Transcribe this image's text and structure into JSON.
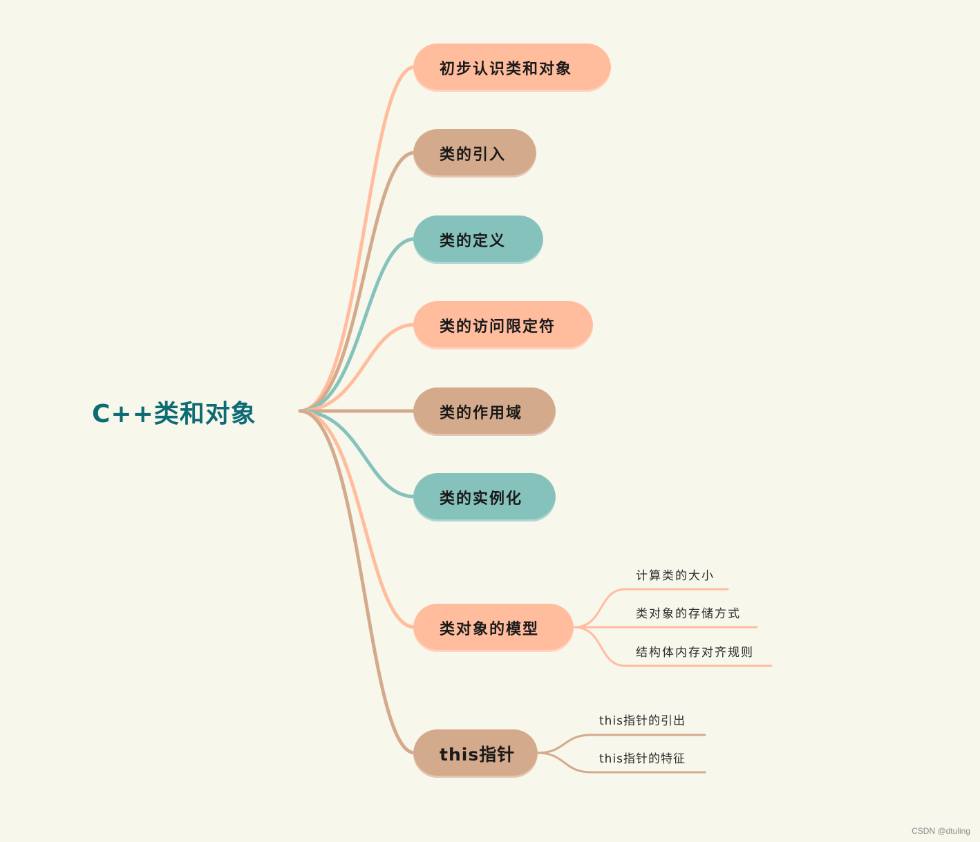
{
  "root": {
    "label": "C++类和对象",
    "color": "#0d6b74"
  },
  "branches": [
    {
      "label": "初步认识类和对象",
      "color": "#ffbd9e",
      "children": []
    },
    {
      "label": "类的引入",
      "color": "#d4aa8c",
      "children": []
    },
    {
      "label": "类的定义",
      "color": "#86c2bc",
      "children": []
    },
    {
      "label": "类的访问限定符",
      "color": "#ffbd9e",
      "children": []
    },
    {
      "label": "类的作用域",
      "color": "#d4aa8c",
      "children": []
    },
    {
      "label": "类的实例化",
      "color": "#86c2bc",
      "children": []
    },
    {
      "label": "类对象的模型",
      "color": "#ffbd9e",
      "children": [
        "计算类的大小",
        "类对象的存储方式",
        "结构体内存对齐规则"
      ]
    },
    {
      "label": "this指针",
      "color": "#d4aa8c",
      "children": [
        "this指针的引出",
        "this指针的特征"
      ]
    }
  ],
  "watermark": "CSDN @dtuling",
  "background": "#f8f7ec"
}
